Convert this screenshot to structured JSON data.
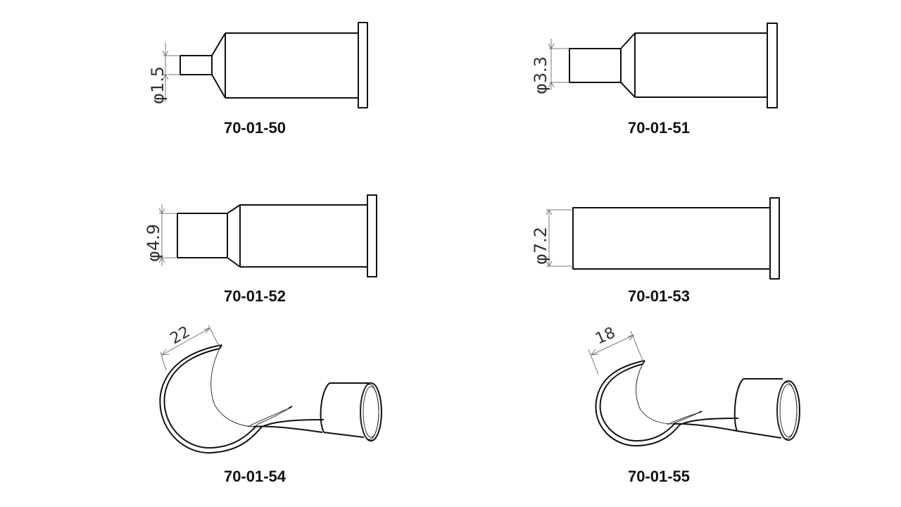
{
  "parts": [
    {
      "id": "p50",
      "label": "70-01-50",
      "dimension": "φ1.5"
    },
    {
      "id": "p51",
      "label": "70-01-51",
      "dimension": "φ3.3"
    },
    {
      "id": "p52",
      "label": "70-01-52",
      "dimension": "φ4.9"
    },
    {
      "id": "p53",
      "label": "70-01-53",
      "dimension": "φ7.2"
    },
    {
      "id": "p54",
      "label": "70-01-54",
      "dimension": "22"
    },
    {
      "id": "p55",
      "label": "70-01-55",
      "dimension": "18"
    }
  ]
}
